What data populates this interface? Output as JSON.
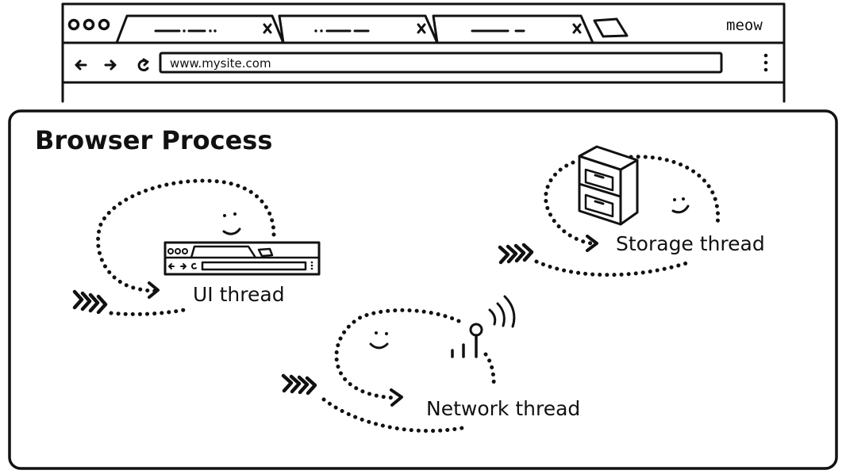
{
  "browser": {
    "brand": "meow",
    "address_url": "www.mysite.com"
  },
  "diagram": {
    "title": "Browser Process",
    "threads": {
      "ui": "UI thread",
      "storage": "Storage thread",
      "network": "Network thread"
    }
  }
}
